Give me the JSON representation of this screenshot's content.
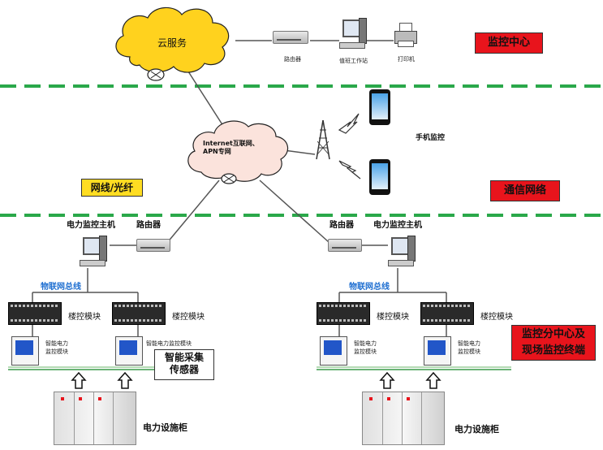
{
  "monitor_center": {
    "cloud_label": "云服务",
    "router_label": "路由器",
    "workstation_label": "值班工作站",
    "printer_label": "打印机",
    "tag": "监控中心"
  },
  "network": {
    "cloud_label": "Internet互联网、\nAPN专网",
    "phone_label": "手机监控",
    "cable_tag": "网线/光纤",
    "tag": "通信网络"
  },
  "left_site": {
    "host_label": "电力监控主机",
    "router_label": "路由器",
    "bus_label": "物联网总线",
    "module1_label": "楼控模块",
    "module2_label": "楼控模块",
    "meter1_label": "智能电力\n监控模块",
    "meter2_label": "智能电力监控模块",
    "sensor_label": "智能采集\n传感器",
    "cabinet_label": "电力设施柜"
  },
  "right_site": {
    "router_label": "路由器",
    "host_label": "电力监控主机",
    "bus_label": "物联网总线",
    "module1_label": "楼控模块",
    "module2_label": "楼控模块",
    "meter1_label": "智能电力\n监控模块",
    "meter2_label": "智能电力\n监控模块",
    "cabinet_label": "电力设施柜",
    "tag": "监控分中心及\n现场监控终端"
  },
  "colors": {
    "divider": "#2aa84a",
    "tag_red": "#e8141c",
    "tag_yellow": "#ffdd22",
    "cloud": "#ffd21e",
    "cloud_pink": "#fbe3dc",
    "bus_blue": "#1f6fd1"
  }
}
